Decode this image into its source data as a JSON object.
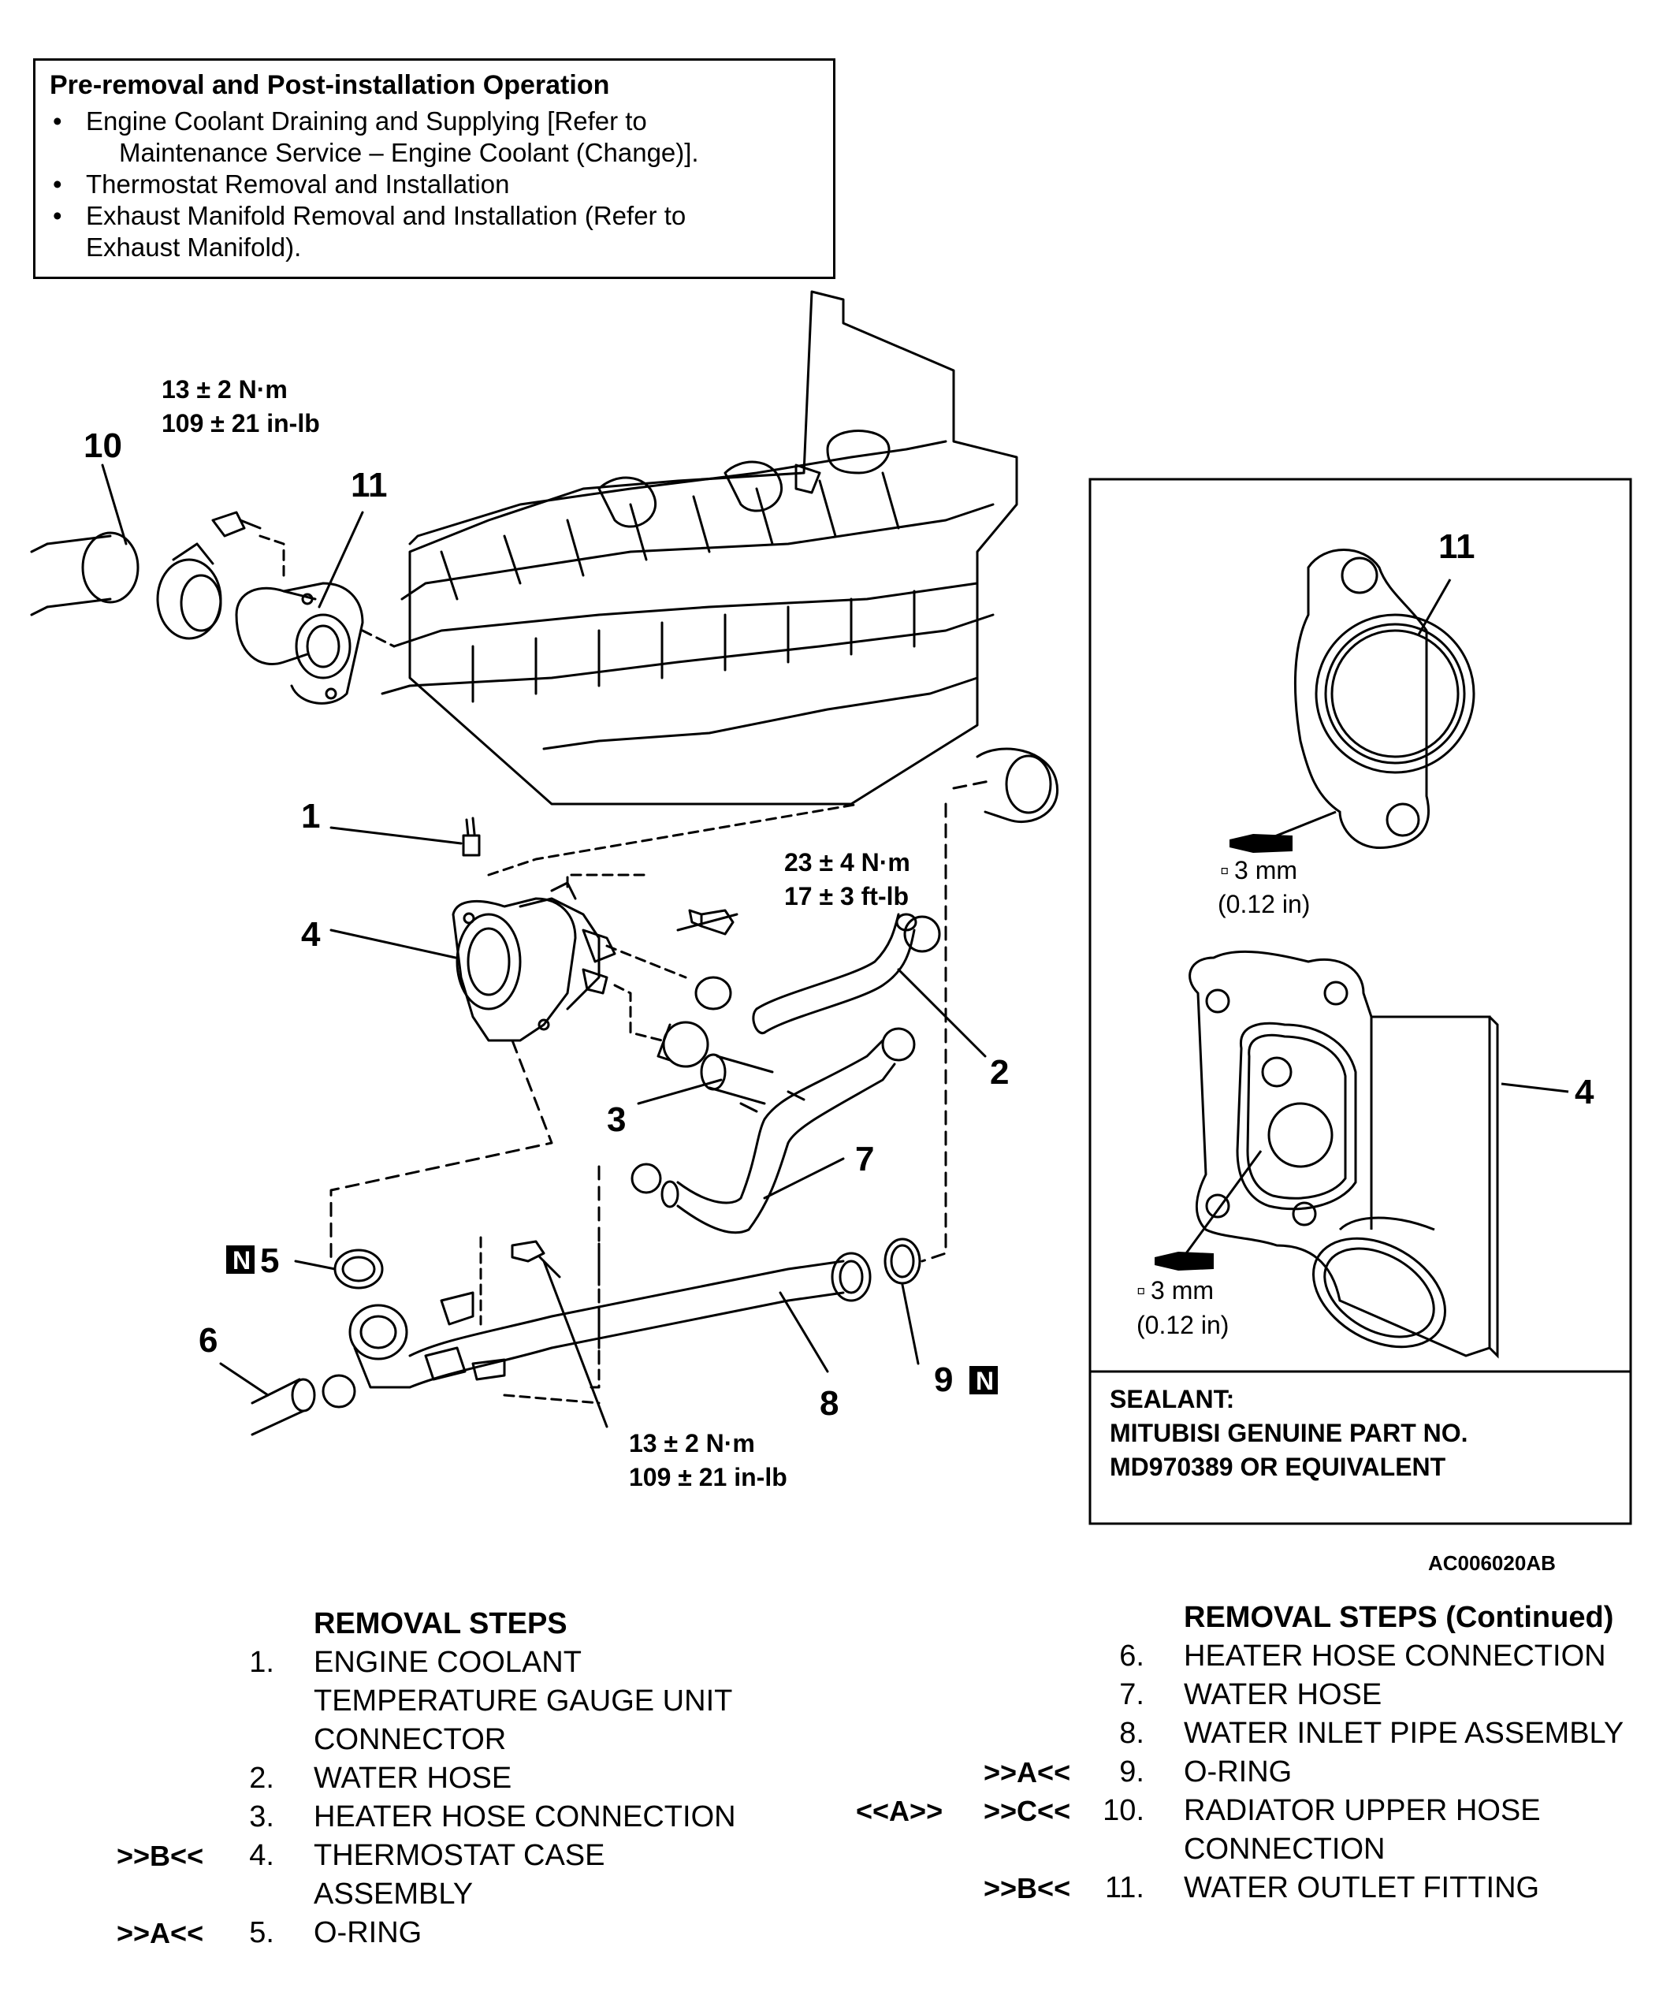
{
  "pre_removal": {
    "title": "Pre-removal and Post-installation Operation",
    "items": [
      {
        "line1": "Engine Coolant Draining and Supplying [Refer to",
        "line2": "Maintenance Service – Engine Coolant (Change)]."
      },
      {
        "line1": "Thermostat Removal and Installation",
        "line2": ""
      },
      {
        "line1": "Exhaust Manifold Removal and Installation (Refer to",
        "line2": "Exhaust Manifold)."
      }
    ]
  },
  "torque": {
    "top": {
      "nm": "13 ± 2 N·m",
      "inlb": "109 ± 21 in-lb"
    },
    "mid": {
      "nm": "23 ± 4 N·m",
      "ftlb": "17 ± 3 ft-lb"
    },
    "bottom": {
      "nm": "13 ± 2 N·m",
      "inlb": "109 ± 21 in-lb"
    }
  },
  "callouts": {
    "c1": "1",
    "c2": "2",
    "c3": "3",
    "c4": "4",
    "c5": "5",
    "c6": "6",
    "c7": "7",
    "c8": "8",
    "c9": "9",
    "c10": "10",
    "c11": "11",
    "inset_11": "11",
    "inset_4": "4",
    "new_mark": "N"
  },
  "inset": {
    "bead1": "3 mm",
    "bead1_in": "(0.12 in)",
    "bead2": "3 mm",
    "bead2_in": "(0.12 in)",
    "sealant_title": "SEALANT:",
    "sealant_line1": "MITUBISI GENUINE PART NO.",
    "sealant_line2": "MD970389 OR EQUIVALENT"
  },
  "figure_code": "AC006020AB",
  "removal_steps_left": {
    "title": "REMOVAL STEPS",
    "rows": [
      {
        "code": "",
        "num": "1.",
        "text": "ENGINE COOLANT"
      },
      {
        "code": "",
        "num": "",
        "text": "TEMPERATURE GAUGE UNIT"
      },
      {
        "code": "",
        "num": "",
        "text": "CONNECTOR"
      },
      {
        "code": "",
        "num": "2.",
        "text": "WATER HOSE"
      },
      {
        "code": "",
        "num": "3.",
        "text": "HEATER HOSE CONNECTION"
      },
      {
        "code": ">>B<<",
        "num": "4.",
        "text": "THERMOSTAT CASE"
      },
      {
        "code": "",
        "num": "",
        "text": "ASSEMBLY"
      },
      {
        "code": ">>A<<",
        "num": "5.",
        "text": "O-RING"
      }
    ]
  },
  "removal_steps_right": {
    "title": "REMOVAL STEPS (Continued)",
    "rows": [
      {
        "code1": "",
        "code": "",
        "num": "6.",
        "text": "HEATER HOSE CONNECTION"
      },
      {
        "code1": "",
        "code": "",
        "num": "7.",
        "text": "WATER HOSE"
      },
      {
        "code1": "",
        "code": "",
        "num": "8.",
        "text": "WATER INLET PIPE ASSEMBLY"
      },
      {
        "code1": "",
        "code": ">>A<<",
        "num": "9.",
        "text": "O-RING"
      },
      {
        "code1": "<<A>>",
        "code": ">>C<<",
        "num": "10.",
        "text": "RADIATOR UPPER HOSE"
      },
      {
        "code1": "",
        "code": "",
        "num": "",
        "text": "CONNECTION"
      },
      {
        "code1": "",
        "code": ">>B<<",
        "num": "11.",
        "text": "WATER OUTLET FITTING"
      }
    ]
  }
}
